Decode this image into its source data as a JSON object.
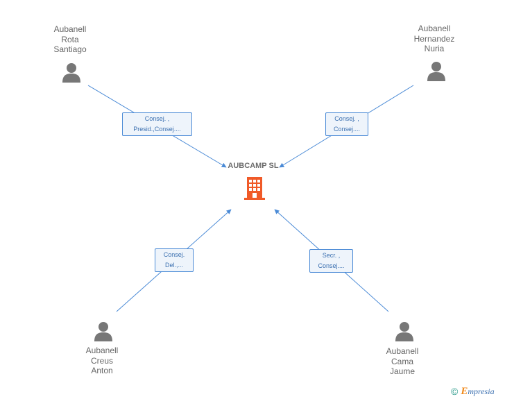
{
  "company": {
    "name": "AUBCAMP SL",
    "icon": "building-icon",
    "color": "#f05a28"
  },
  "people": [
    {
      "id": "rota",
      "name_lines": [
        "Aubanell",
        "Rota",
        "Santiago"
      ],
      "role_lines": [
        "Consej. ,",
        "Presid.,Consej...."
      ]
    },
    {
      "id": "hernandez",
      "name_lines": [
        "Aubanell",
        "Hernandez",
        "Nuria"
      ],
      "role_lines": [
        "Consej. ,",
        "Consej...."
      ]
    },
    {
      "id": "creus",
      "name_lines": [
        "Aubanell",
        "Creus",
        "Anton"
      ],
      "role_lines": [
        "Consej.",
        "Del.,..."
      ]
    },
    {
      "id": "cama",
      "name_lines": [
        "Aubanell",
        "Cama",
        "Jaume"
      ],
      "role_lines": [
        "Secr. ,",
        "Consej...."
      ]
    }
  ],
  "footer": {
    "copyright_symbol": "©",
    "brand_initial": "E",
    "brand_rest": "mpresia"
  },
  "colors": {
    "edge": "#4a8ad6",
    "person_icon": "#777777",
    "company_icon": "#f05a28"
  }
}
